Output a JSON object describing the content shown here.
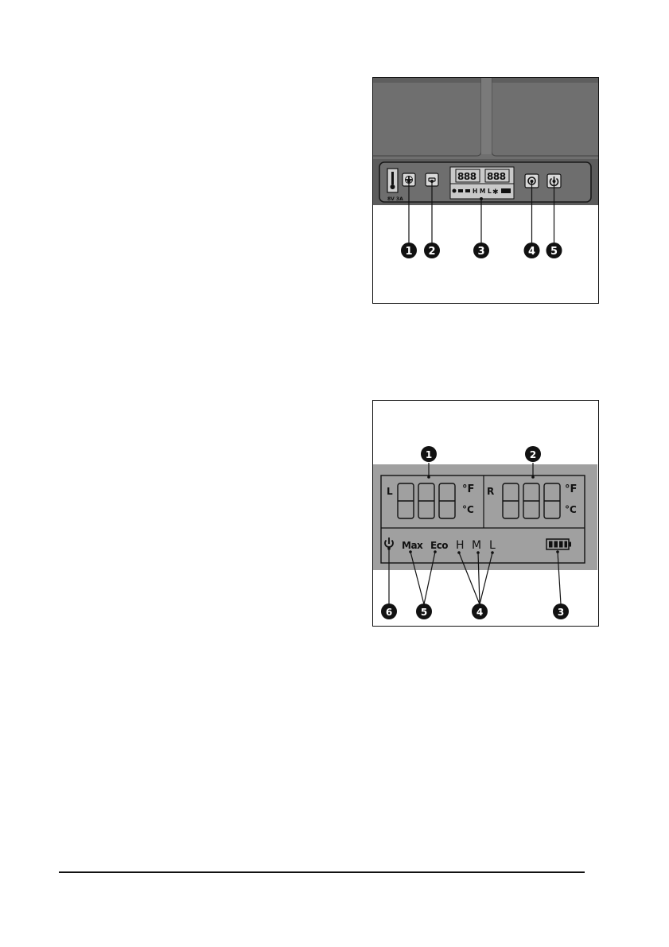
{
  "figure1": {
    "callouts": [
      "1",
      "2",
      "3",
      "4",
      "5"
    ],
    "socket_label": "8V 3A",
    "display_bottom_row": "H M L"
  },
  "figure2": {
    "callouts": [
      "1",
      "2",
      "3",
      "4",
      "5",
      "6"
    ],
    "left_zone_label": "L",
    "right_zone_label": "R",
    "digits": "888",
    "unit_f": "°F",
    "unit_c": "°C",
    "mode_max": "Max",
    "mode_eco": "Eco",
    "power_high": "H",
    "power_medium": "M",
    "power_low": "L"
  }
}
